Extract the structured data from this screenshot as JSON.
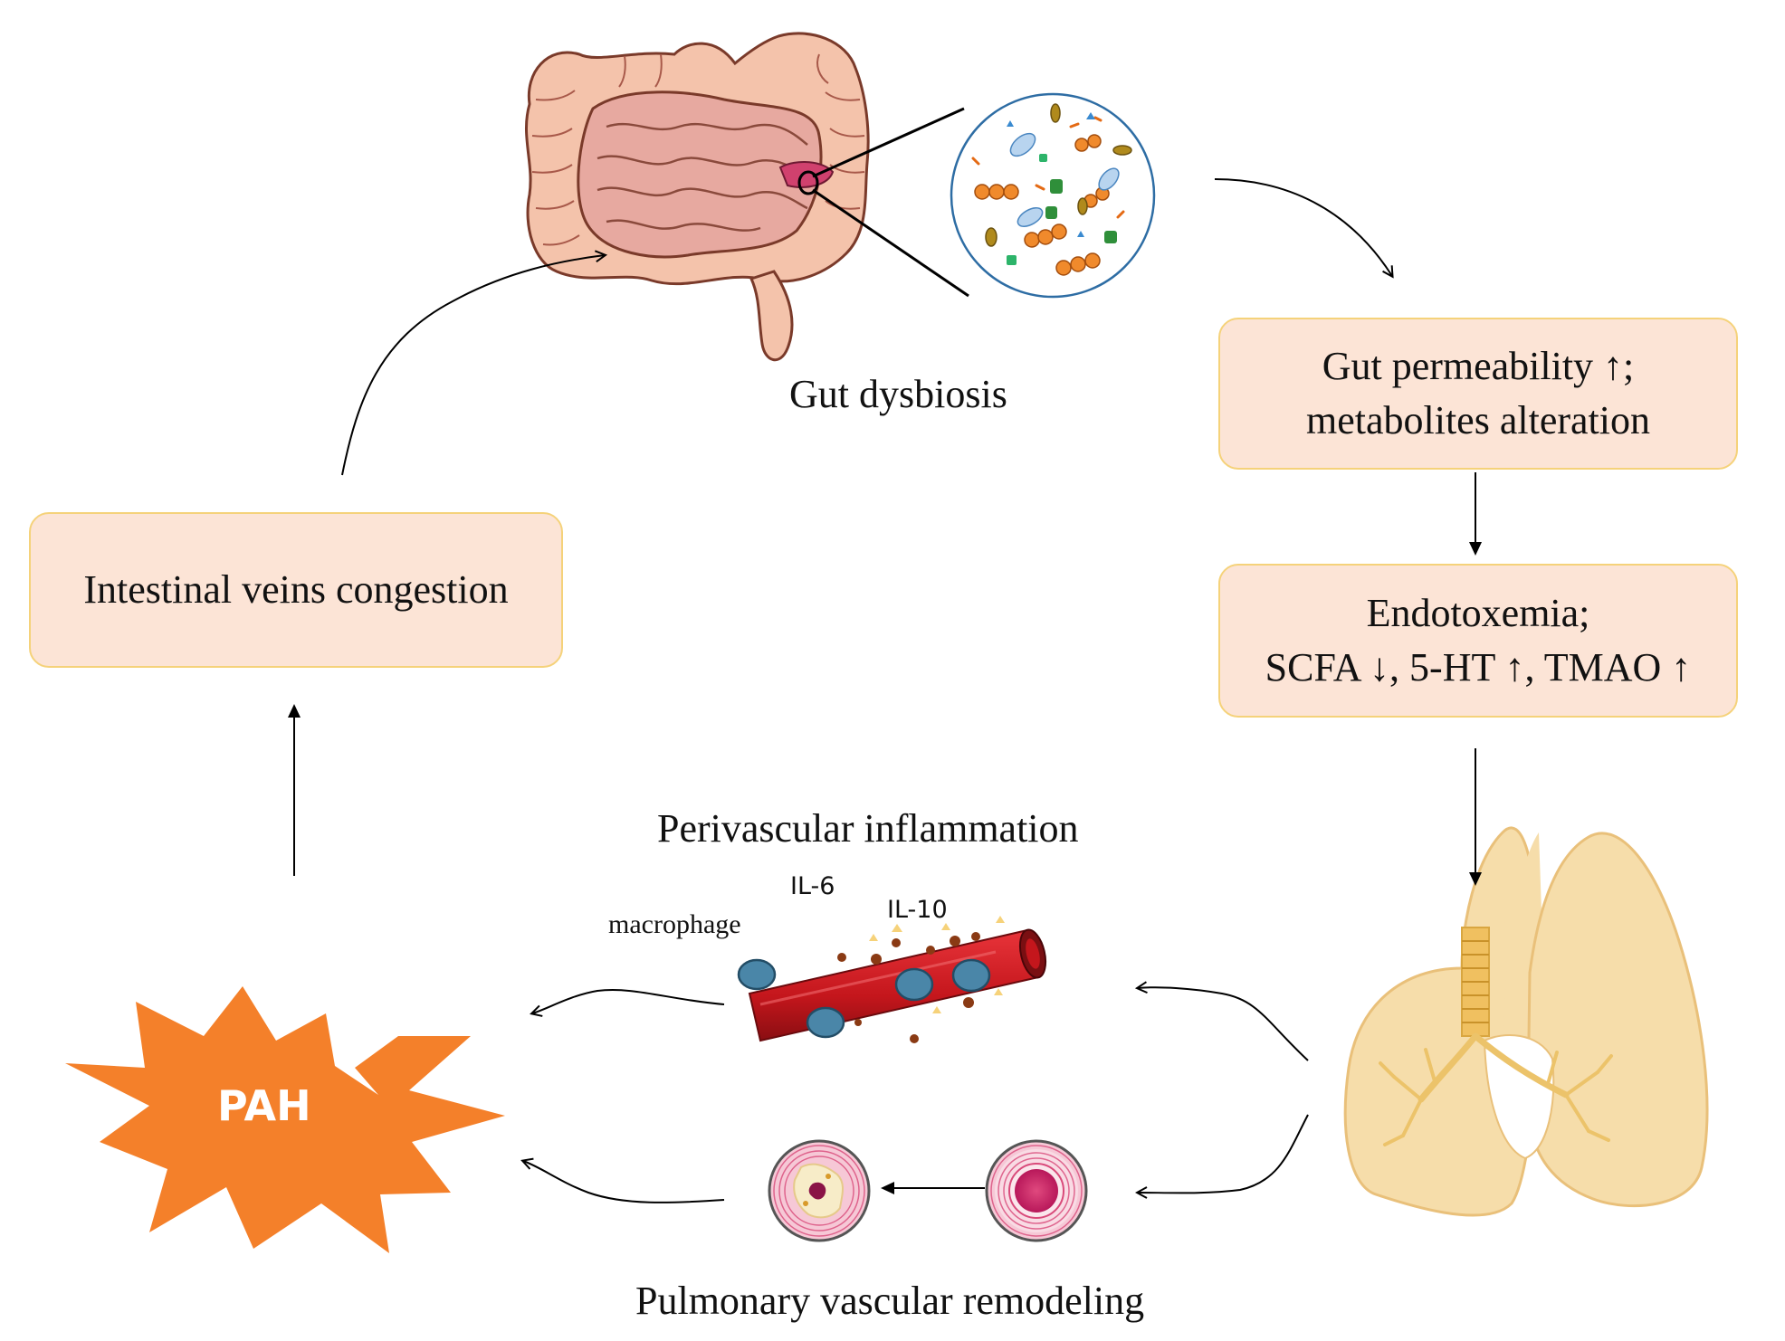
{
  "nodes": {
    "gut_dysbiosis": "Gut dysbiosis",
    "gut_permeability_line1": "Gut permeability ↑;",
    "gut_permeability_line2": "metabolites alteration",
    "endotoxemia_line1": "Endotoxemia;",
    "endotoxemia_line2": "SCFA ↓, 5-HT ↑, TMAO ↑",
    "intestinal_veins": "Intestinal veins congestion",
    "pah": "PAH",
    "perivascular": "Perivascular inflammation",
    "remodeling": "Pulmonary vascular remodeling"
  },
  "vessel_labels": {
    "macrophage": "macrophage",
    "il6": "IL-6",
    "il10": "IL-10"
  },
  "icons": [
    "intestine-icon",
    "microbiota-icon",
    "lungs-icon",
    "blood-vessel-icon",
    "vessel-cross-section-icon",
    "starburst-icon"
  ],
  "colors": {
    "box_fill": "#fce4d6",
    "box_border": "#f5d27a",
    "pah_fill": "#f4802a",
    "vessel_red": "#c4161c",
    "macrophage_blue": "#4a86a8",
    "lung_fill": "#f6ddaa"
  }
}
